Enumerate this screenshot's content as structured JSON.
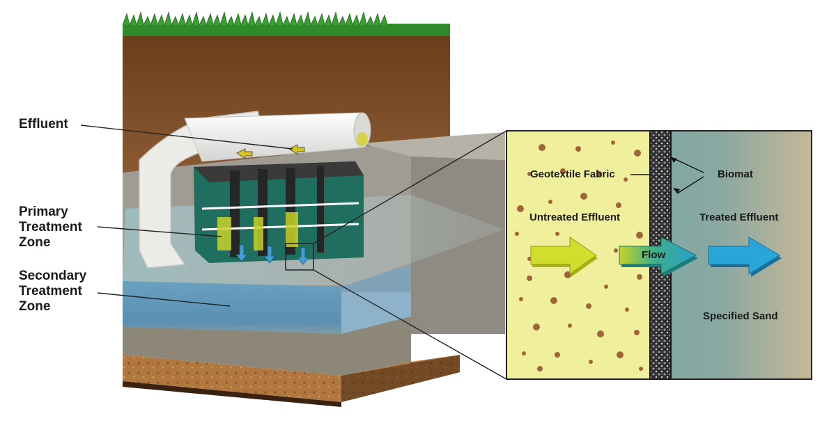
{
  "left_labels": {
    "effluent": "Effluent",
    "primary": [
      "Primary",
      "Treatment",
      "Zone"
    ],
    "secondary": [
      "Secondary",
      "Treatment",
      "Zone"
    ]
  },
  "detail_labels": {
    "geotextile": "Geotextile Fabric",
    "biomat": "Biomat",
    "untreated": "Untreated Effluent",
    "treated": "Treated Effluent",
    "flow": "Flow",
    "sand": "Specified Sand"
  },
  "colors": {
    "grass": "#2f8a2a",
    "topsoil": "#7a4a23",
    "sand_bed": "#9e9a92",
    "secondary_zone": "#5f93b4",
    "chamber_green": "#1f6e5f",
    "fabric": "#e8e8e6",
    "untreated_sand": "#f0ef9c",
    "treated_sand": "#6fa39f",
    "arrow_yellow": "#c8d420",
    "arrow_blue": "#2aa5d8"
  }
}
